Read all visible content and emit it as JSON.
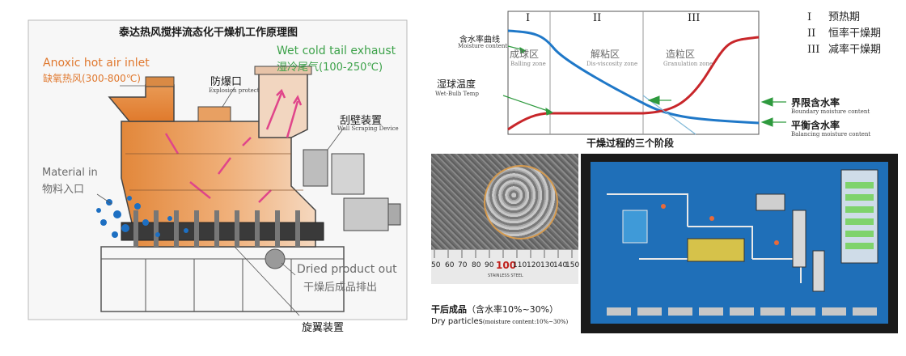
{
  "dryer": {
    "title": "泰达热风搅拌流态化干燥机工作原理图",
    "hot_air_en": "Anoxic hot air inlet",
    "hot_air_cn": "缺氧热风(300-800℃)",
    "exhaust_en": "Wet cold tail exhaust",
    "exhaust_cn": "湿冷尾气(100-250℃)",
    "explosion_cn": "防爆口",
    "explosion_en": "Explosion protect",
    "scraping_cn": "刮壁装置",
    "scraping_en": "Wall Scraping Device",
    "material_en": "Material in",
    "material_cn": "物料入口",
    "dried_en": "Dried product out",
    "dried_cn": "干燥后成品排出",
    "rotor_cn": "旋翼装置"
  },
  "stages_chart": {
    "stage_numerals": [
      "I",
      "II",
      "III"
    ],
    "legend": [
      {
        "numeral": "I",
        "text": "预热期"
      },
      {
        "numeral": "II",
        "text": "恒率干燥期"
      },
      {
        "numeral": "III",
        "text": "减率干燥期"
      }
    ],
    "moisture_curve_cn": "含水率曲线",
    "moisture_curve_en": "Moisture content",
    "zone1_cn": "成球区",
    "zone1_en": "Balling zone",
    "zone2_cn": "解粘区",
    "zone2_en": "Dis-viscosity zone",
    "zone3_cn": "造粒区",
    "zone3_en": "Granulation zone",
    "wet_bulb_cn": "湿球温度",
    "wet_bulb_en": "Wet-Bulb Temp",
    "boundary_cn": "界限含水率",
    "boundary_en": "Boundary moisture content",
    "balance_cn": "平衡含水率",
    "balance_en": "Balancing moisture content",
    "caption": "干燥过程的三个阶段",
    "colors": {
      "moisture": "#1f78c8",
      "temperature": "#c8262a",
      "arrow": "#2e9a3e",
      "divider": "#9a9a9a"
    }
  },
  "particles": {
    "ruler_numbers": [
      "50",
      "60",
      "70",
      "80",
      "90",
      "100",
      "110",
      "120",
      "130",
      "140",
      "150"
    ],
    "ruler_caption": "STAINLESS STEEL",
    "caption_cn": "干后成品",
    "caption_range": "（含水率10%~30%）",
    "caption_en": "Dry particles",
    "caption_en_note": "(moisture content:10%~30%)"
  },
  "control_screen": {
    "colors": {
      "background": "#1f6fb8",
      "frame": "#1a1a1a"
    }
  }
}
